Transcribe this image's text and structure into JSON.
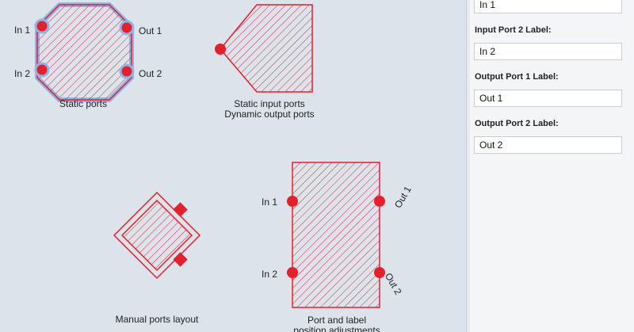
{
  "diagram": {
    "static_ports": {
      "caption": "Static ports",
      "labels": [
        "In 1",
        "In 2",
        "Out 1",
        "Out 2"
      ]
    },
    "static_input": {
      "caption_line1": "Static input ports",
      "caption_line2": "Dynamic output ports"
    },
    "manual": {
      "caption": "Manual ports layout"
    },
    "adjust": {
      "caption_line1": "Port and label",
      "caption_line2": "position adjustments",
      "labels": [
        "In 1",
        "In 2",
        "Out 1",
        "Out 2"
      ]
    }
  },
  "panel": {
    "input1_value": "In 1",
    "input2_label": "Input Port 2 Label:",
    "input2_value": "In 2",
    "output1_label": "Output Port 1 Label:",
    "output1_value": "Out 1",
    "output2_label": "Output Port 2 Label:",
    "output2_value": "Out 2"
  },
  "colors": {
    "canvas_bg": "#dde3ea",
    "shape_stroke": "#e4202c",
    "port_fill": "#e4202c",
    "selection": "#8fb4e6"
  }
}
